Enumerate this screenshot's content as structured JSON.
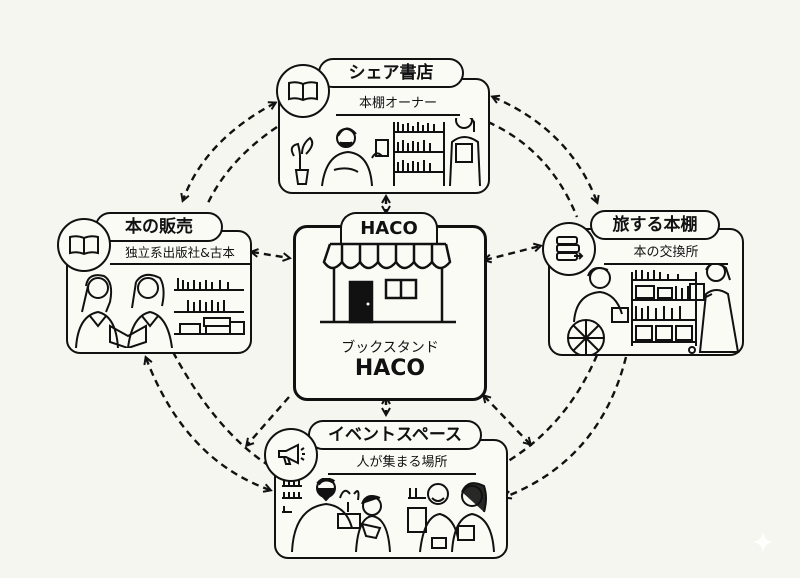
{
  "diagram": {
    "center": {
      "sign_label": "HACO",
      "name_line1": "ブックスタンド",
      "name_line2": "HACO",
      "icon": "storefront-icon"
    },
    "nodes": [
      {
        "id": "share-bookstore",
        "position": "top",
        "title": "シェア書店",
        "subtitle": "本棚オーナー",
        "icon": "open-book-icon",
        "scene": "bookshelf-owners-illustration"
      },
      {
        "id": "book-sales",
        "position": "left",
        "title": "本の販売",
        "subtitle": "独立系出版社&古本",
        "icon": "open-book-icon",
        "scene": "students-reading-illustration"
      },
      {
        "id": "traveling-bookshelf",
        "position": "right",
        "title": "旅する本棚",
        "subtitle": "本の交換所",
        "icon": "stacked-books-icon",
        "scene": "book-exchange-cart-illustration"
      },
      {
        "id": "event-space",
        "position": "bottom",
        "title": "イベントスペース",
        "subtitle": "人が集まる場所",
        "icon": "megaphone-icon",
        "scene": "community-gathering-illustration"
      }
    ],
    "edges": [
      {
        "from": "center",
        "to": "share-bookstore",
        "style": "dashed",
        "bidirectional": true
      },
      {
        "from": "center",
        "to": "book-sales",
        "style": "dashed",
        "bidirectional": true
      },
      {
        "from": "center",
        "to": "traveling-bookshelf",
        "style": "dashed",
        "bidirectional": true
      },
      {
        "from": "center",
        "to": "event-space",
        "style": "dashed",
        "bidirectional": true
      },
      {
        "from": "share-bookstore",
        "to": "book-sales",
        "style": "dashed-arc",
        "bidirectional": true
      },
      {
        "from": "share-bookstore",
        "to": "traveling-bookshelf",
        "style": "dashed-arc",
        "bidirectional": true
      },
      {
        "from": "book-sales",
        "to": "event-space",
        "style": "dashed-arc",
        "bidirectional": true
      },
      {
        "from": "traveling-bookshelf",
        "to": "event-space",
        "style": "dashed-arc",
        "bidirectional": true
      }
    ],
    "watermark_icon": "sparkle-icon"
  }
}
